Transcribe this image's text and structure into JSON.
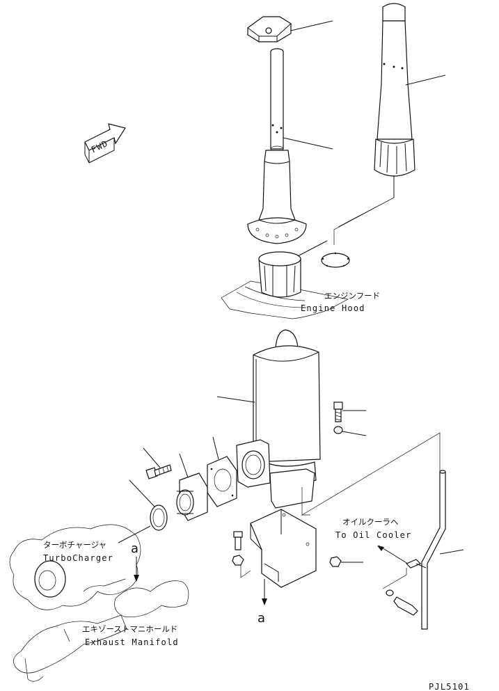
{
  "labels": {
    "engine_hood_jp": "エンジンフード",
    "engine_hood_en": "Engine Hood",
    "turbo_jp": "ターボチャージャ",
    "turbo_en": "TurboCharger",
    "manifold_jp": "エキゾーストマニホールド",
    "manifold_en": "Exhaust Manifold",
    "oil_cooler_jp": "オイルクーラへ",
    "oil_cooler_en": "To Oil Cooler",
    "fwd": "FWD",
    "ref_a_top": "a",
    "ref_a_bottom": "a",
    "drawing_code": "PJL5101"
  }
}
